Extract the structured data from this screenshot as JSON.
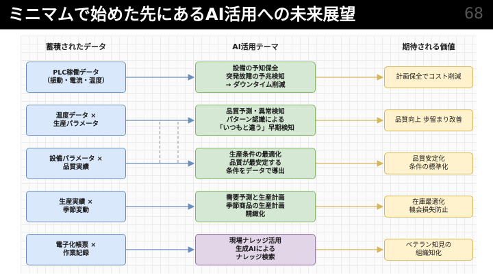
{
  "header": {
    "title": "ミニマムで始めた先にあるAI活用への未来展望",
    "page_number": "68"
  },
  "columns": {
    "data": "蓄積されたデータ",
    "theme": "AI活用テーマ",
    "value": "期待される価値"
  },
  "colors": {
    "data_fill": "#dae8fc",
    "data_border": "#6c8ebf",
    "theme_fill": "#d5e8d4",
    "theme_border": "#82b366",
    "theme_alt_fill": "#e1d5e7",
    "theme_alt_border": "#9673a6",
    "value_fill": "#fff2cc",
    "value_border": "#d6b656"
  },
  "rows": [
    {
      "data": "PLC稼働データ\n（振動・電流・温度）",
      "theme": "設備の予知保全\n突発故障の予兆検知\n→ ダウンタイム削減",
      "value": "計画保全でコスト削減"
    },
    {
      "data": "温度データ ×\n生産パラメータ",
      "theme": "品質予測・異常検知\nパターン認識による\n「いつもと違う」早期検知",
      "value": "品質向上 歩留まり改善"
    },
    {
      "data": "設備パラメータ ×\n品質実績",
      "theme": "生産条件の最適化\n品質が最安定する\n条件をデータで導出",
      "value": "品質安定化\n条件の標準化"
    },
    {
      "data": "生産実績 ×\n季節変動",
      "theme": "需要予測と生産計画\n季節商品の生産計画\n精緻化",
      "value": "在庫最適化\n機会損失防止"
    },
    {
      "data": "電子化帳票 ×\n作業記録",
      "theme": "現場ナレッジ活用\n生成AIによる\nナレッジ検索",
      "value": "ベテラン知見の\n組織知化"
    }
  ]
}
